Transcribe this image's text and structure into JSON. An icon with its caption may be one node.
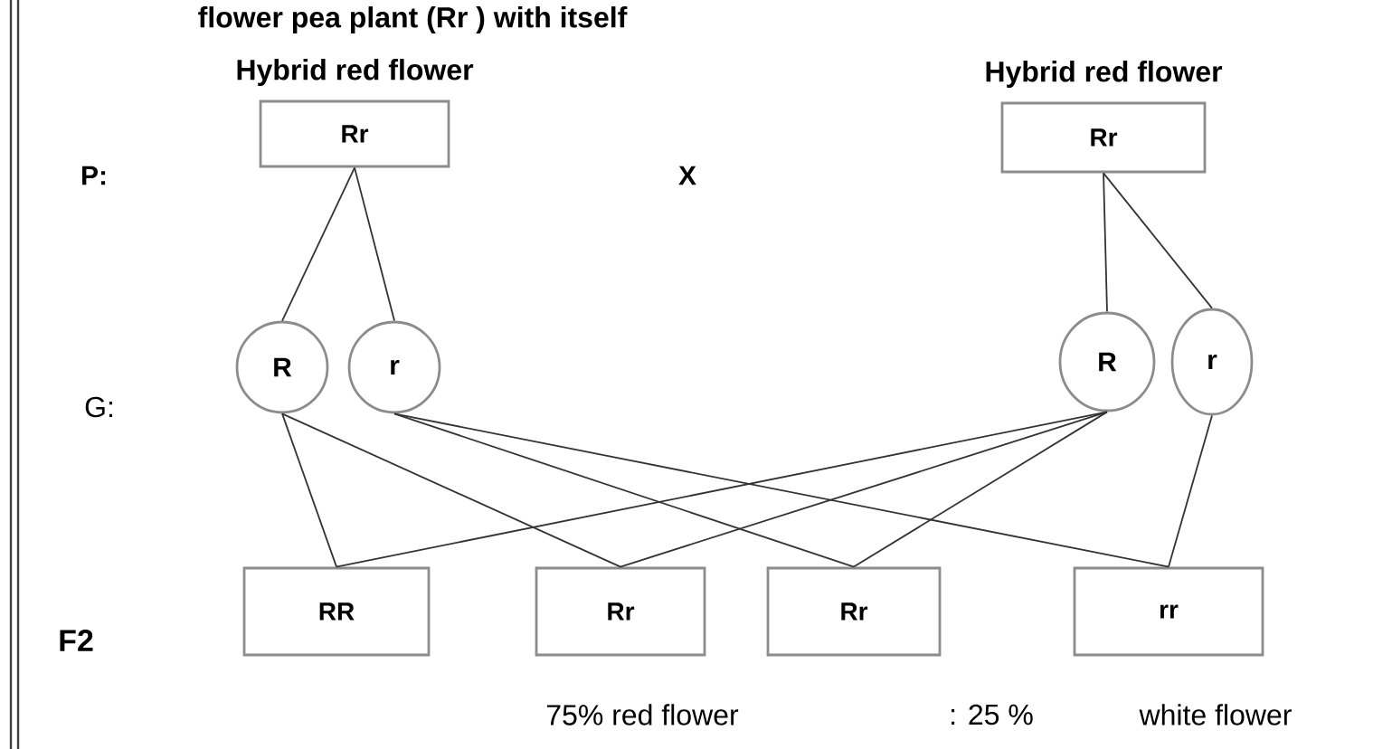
{
  "diagram": {
    "nodes": [
      {
        "text": [
          "Hybrid red flower",
          "Rr"
        ]
      },
      {
        "text": [
          "Hybrid red flower",
          "Rr"
        ]
      },
      {
        "text": [
          "R"
        ]
      },
      {
        "text": [
          "r"
        ]
      },
      {
        "text": [
          "R"
        ]
      },
      {
        "text": [
          "r"
        ]
      },
      {
        "text": [
          "RR"
        ]
      },
      {
        "text": [
          "Rr"
        ]
      },
      {
        "text": [
          "Rr"
        ]
      },
      {
        "text": [
          "rr"
        ]
      }
    ],
    "edges": [
      {
        "from": 0,
        "to": 2,
        "arrow": "none"
      },
      {
        "from": 0,
        "to": 3,
        "arrow": "none"
      },
      {
        "from": 1,
        "to": 4,
        "arrow": "none"
      },
      {
        "from": 1,
        "to": 5,
        "arrow": "none"
      },
      {
        "from": 2,
        "to": 6,
        "arrow": "none"
      },
      {
        "from": 2,
        "to": 7,
        "arrow": "none"
      },
      {
        "from": 3,
        "to": 8,
        "arrow": "none"
      },
      {
        "from": 3,
        "to": 9,
        "arrow": "none"
      },
      {
        "from": 4,
        "to": 6,
        "arrow": "none"
      },
      {
        "from": 4,
        "to": 7,
        "arrow": "none"
      },
      {
        "from": 4,
        "to": 8,
        "arrow": "none"
      },
      {
        "from": 5,
        "to": 9,
        "arrow": "none"
      }
    ],
    "labels": [
      "flower pea plant (Rr ) with itself",
      "P:",
      "X",
      "G:",
      "F2",
      "75% red flower",
      ": 25 %",
      "white flower"
    ]
  }
}
